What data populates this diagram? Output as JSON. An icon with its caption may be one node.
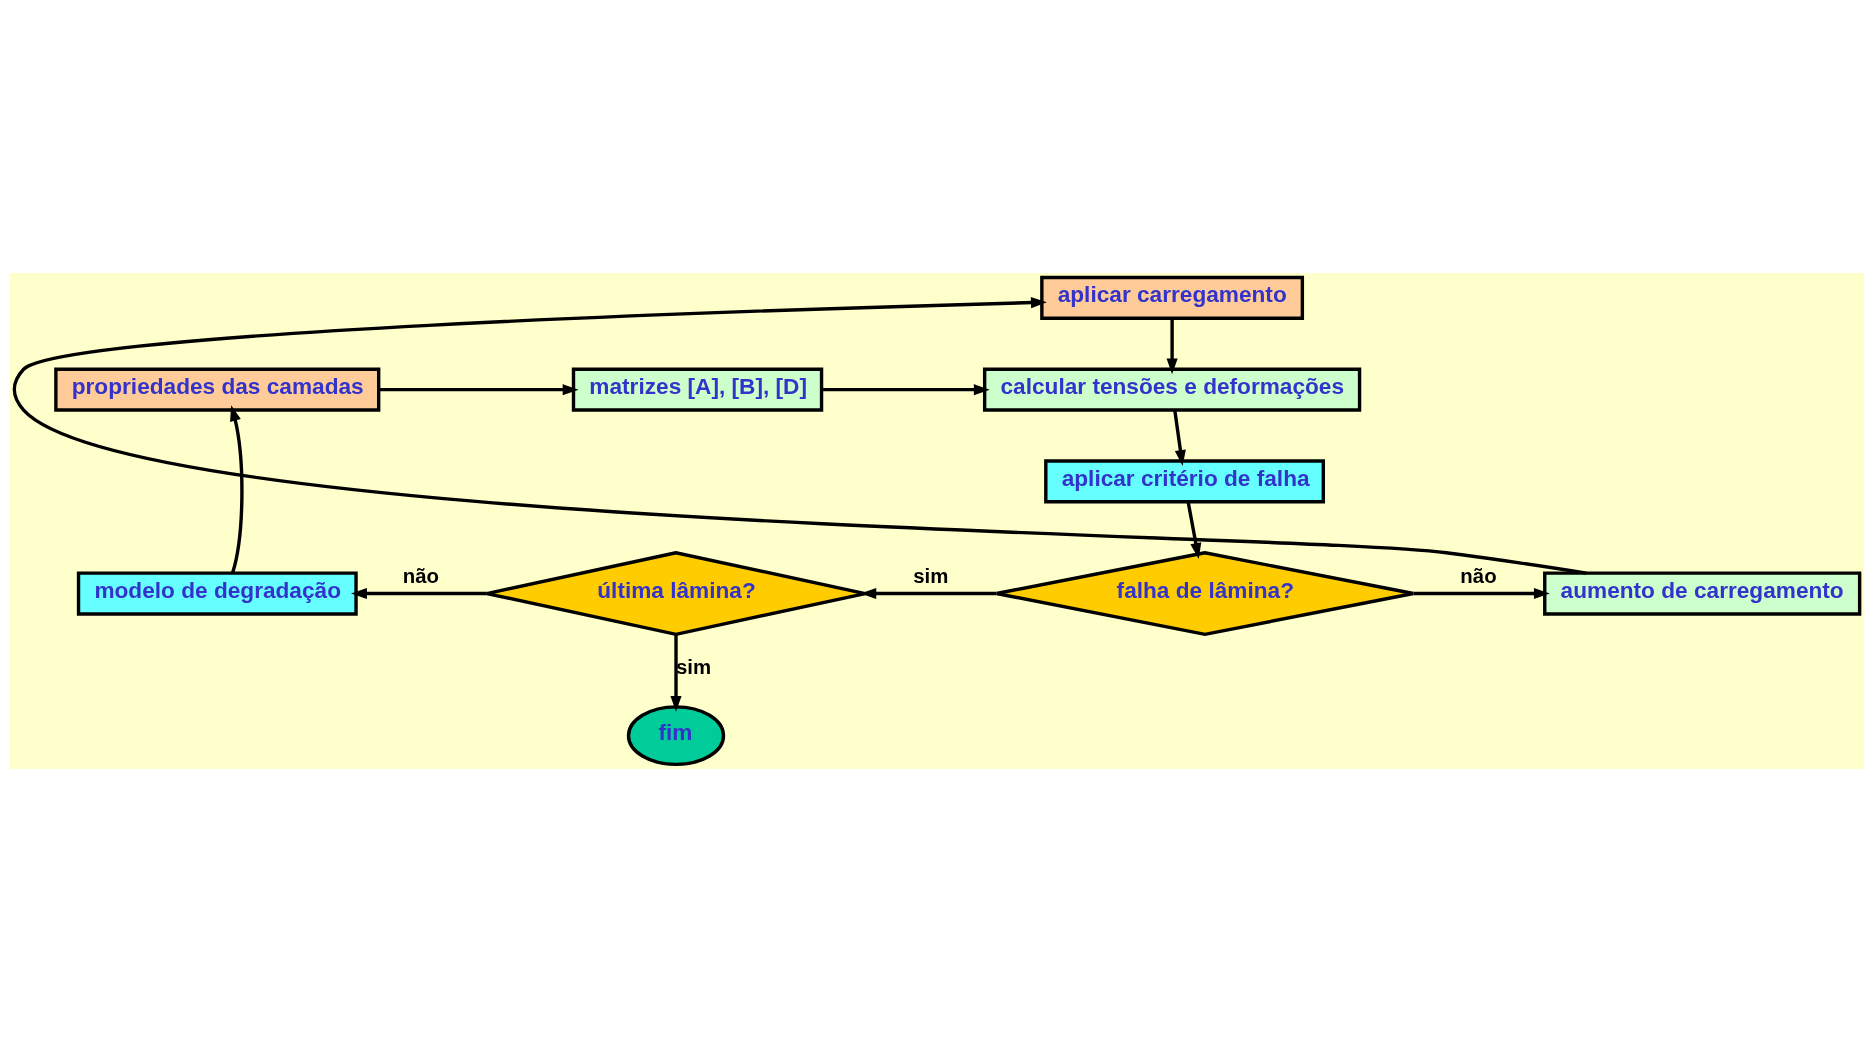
{
  "diagram": {
    "nodes": [
      {
        "text": [
          "aplicar carregamento"
        ]
      },
      {
        "text": [
          "propriedades das camadas"
        ]
      },
      {
        "text": [
          "matrizes [A], [B], [D]"
        ]
      },
      {
        "text": [
          "calcular tensões e deformações"
        ]
      },
      {
        "text": [
          "aplicar critério de falha"
        ]
      },
      {
        "text": [
          "modelo de degradação"
        ]
      },
      {
        "text": [
          "última lâmina?"
        ]
      },
      {
        "text": [
          "falha de lâmina?"
        ]
      },
      {
        "text": [
          "aumento de carregamento"
        ]
      },
      {
        "text": [
          "fim"
        ]
      }
    ],
    "edges": [
      {
        "from": 1,
        "to": 2,
        "arrow": "to"
      },
      {
        "from": 2,
        "to": 3,
        "arrow": "to"
      },
      {
        "from": 0,
        "to": 3,
        "arrow": "to"
      },
      {
        "from": 3,
        "to": 4,
        "arrow": "to"
      },
      {
        "from": 4,
        "to": 7,
        "arrow": "to"
      },
      {
        "from": 7,
        "to": 6,
        "arrow": "to",
        "label": "sim"
      },
      {
        "from": 7,
        "to": 8,
        "arrow": "to",
        "label": "não"
      },
      {
        "from": 8,
        "to": 0,
        "arrow": "to"
      },
      {
        "from": 6,
        "to": 5,
        "arrow": "to",
        "label": "não"
      },
      {
        "from": 6,
        "to": 9,
        "arrow": "to",
        "label": "sim"
      },
      {
        "from": 5,
        "to": 1,
        "arrow": "to"
      }
    ]
  }
}
